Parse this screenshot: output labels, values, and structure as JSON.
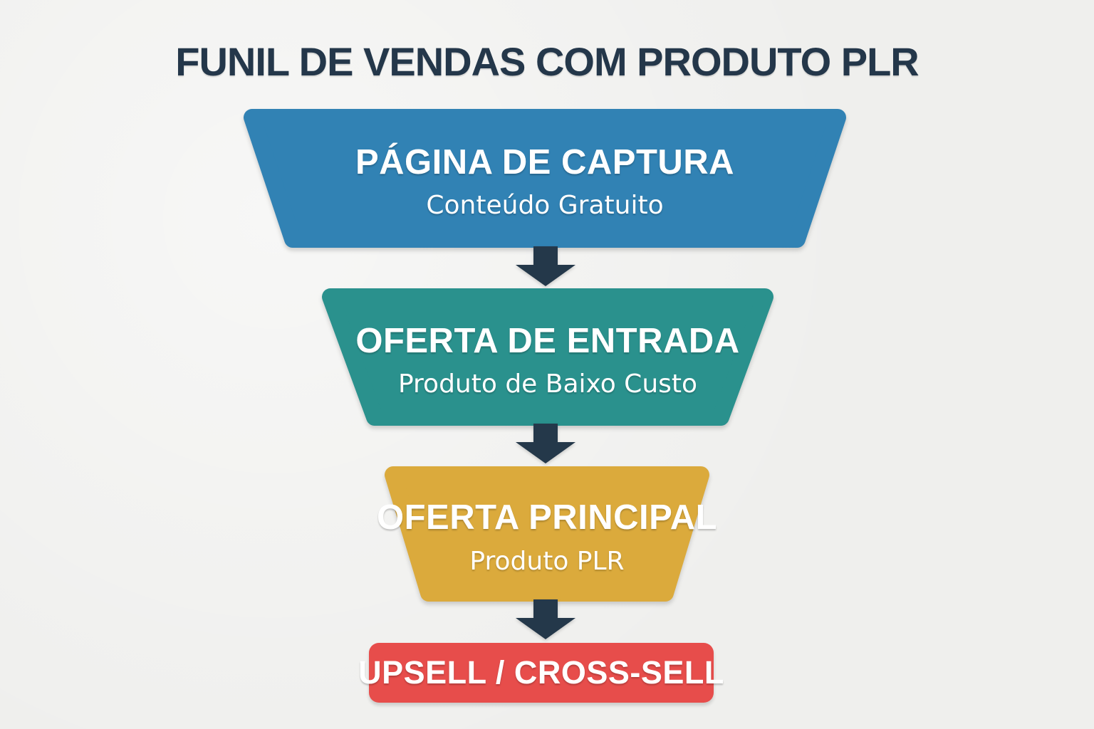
{
  "title": "FUNIL DE VENDAS COM PRODUTO PLR",
  "colors": {
    "background": "#efefed",
    "title_text": "#24374a",
    "arrow": "#24384a",
    "stage_text": "#ffffff",
    "stage1_fill": "#3182b4",
    "stage2_fill": "#2a918d",
    "stage3_fill": "#dbaa3c",
    "final_fill": "#e74d4b"
  },
  "funnel": {
    "stages": [
      {
        "heading": "PÁGINA DE CAPTURA",
        "subheading": "Conteúdo Gratuito",
        "color": "#3182b4"
      },
      {
        "heading": "OFERTA DE ENTRADA",
        "subheading": "Produto de Baixo Custo",
        "color": "#2a918d"
      },
      {
        "heading": "OFERTA PRINCIPAL",
        "subheading": "Produto PLR",
        "color": "#dbaa3c"
      }
    ],
    "final_stage": {
      "label": "UPSELL / CROSS-SELL",
      "color": "#e74d4b"
    }
  }
}
